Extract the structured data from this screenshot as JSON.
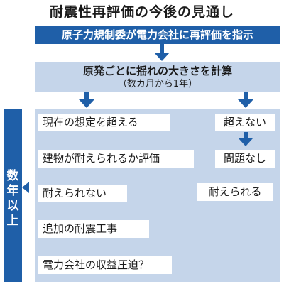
{
  "title": "耐震性再評価の今後の見通し",
  "banner": "原子力規制委が電力会社に再評価を指示",
  "calc": {
    "main": "原発ごとに揺れの大きさを計算",
    "sub": "（数カ月から1年）"
  },
  "sidebar_label": [
    "数",
    "年",
    "以",
    "上"
  ],
  "left_flow": [
    "現在の想定を超える",
    "建物が耐えられるか評価",
    "耐えられない",
    "追加の耐震工事",
    "電力会社の収益圧迫？"
  ],
  "right_flow": {
    "not_exceed": "超えない",
    "no_problem": "問題なし",
    "can_withstand": "耐えられる"
  },
  "colors": {
    "dark_blue": "#1f5fa8",
    "light_blue": "#c5d5ea"
  }
}
